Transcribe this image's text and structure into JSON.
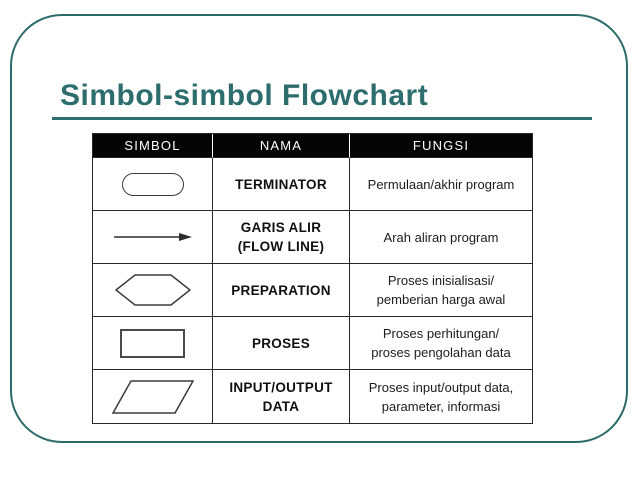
{
  "slide": {
    "title": "Simbol-simbol Flowchart",
    "accent_color": "#2e6d6d"
  },
  "table": {
    "headers": [
      "SIMBOL",
      "NAMA",
      "FUNGSI"
    ],
    "header_bg": "#050505",
    "rows": [
      {
        "symbol": "terminator-stadium",
        "nama": "TERMINATOR",
        "fungsi": "Permulaan/akhir program"
      },
      {
        "symbol": "flow-line-arrow",
        "nama": "GARIS ALIR\n(FLOW LINE)",
        "fungsi": "Arah aliran program"
      },
      {
        "symbol": "preparation-hexagon",
        "nama": "PREPARATION",
        "fungsi": "Proses inisialisasi/\npemberian harga awal"
      },
      {
        "symbol": "process-rectangle",
        "nama": "PROSES",
        "fungsi": "Proses perhitungan/\nproses pengolahan data"
      },
      {
        "symbol": "input-output-parallelogram",
        "nama": "INPUT/OUTPUT DATA",
        "fungsi": "Proses input/output data,\nparameter, informasi"
      }
    ]
  }
}
